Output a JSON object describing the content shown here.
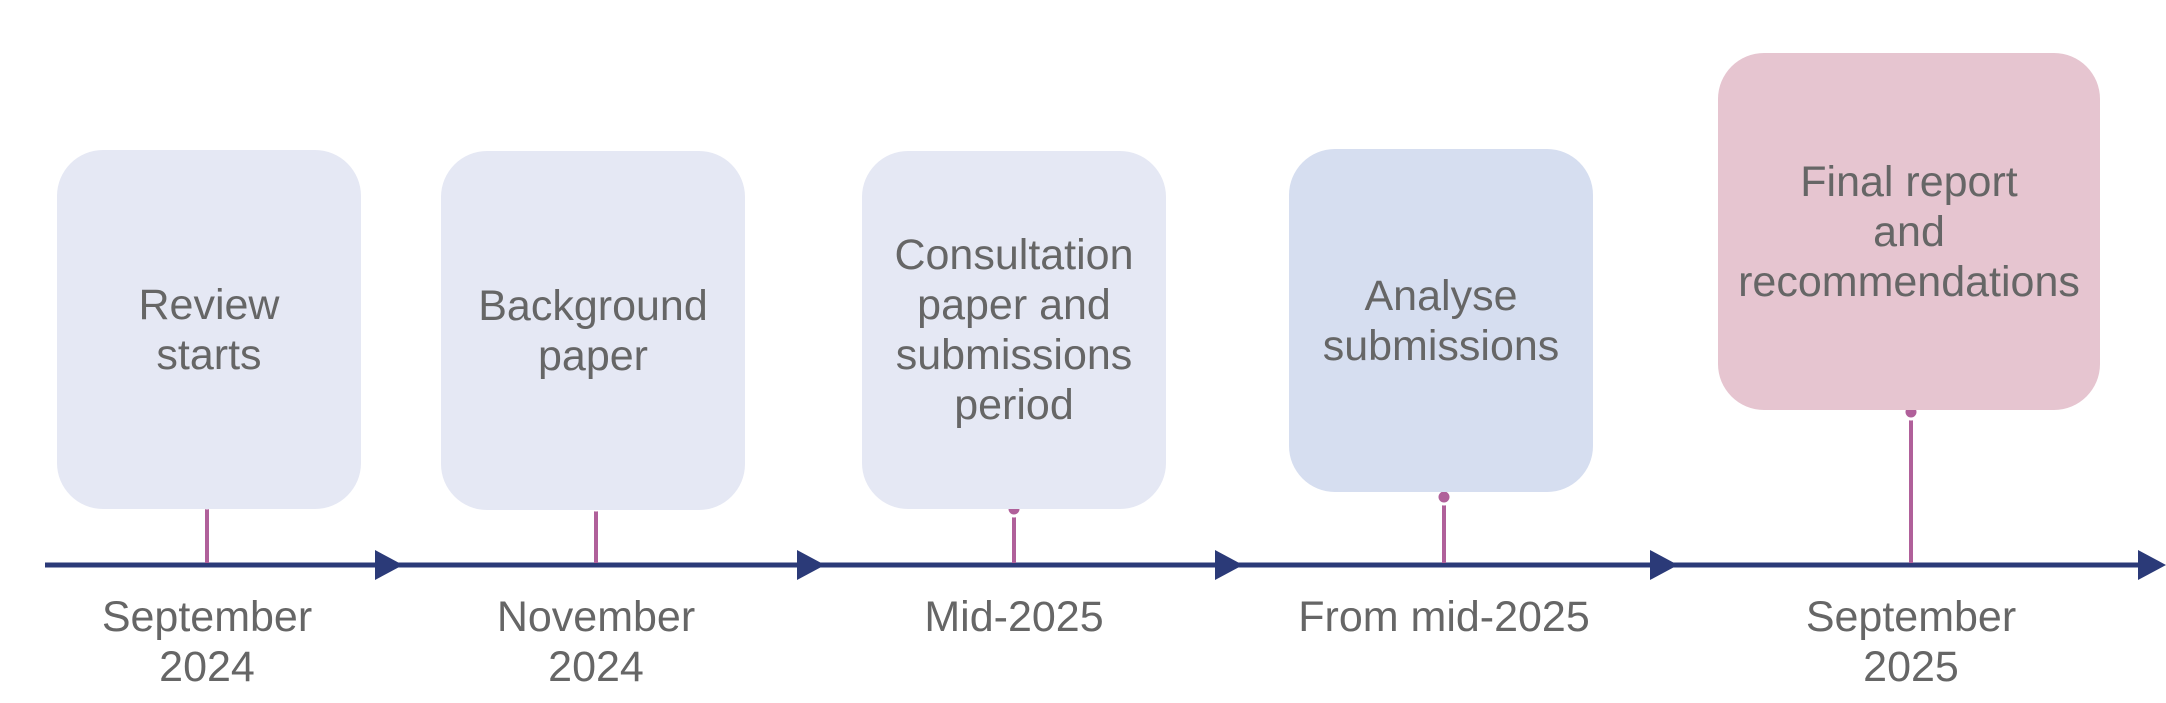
{
  "colors": {
    "timeline": "#2b3a78",
    "connector": "#b0609a",
    "text": "#666666",
    "box_light": "#e5e8f4",
    "box_blue": "#d6def0",
    "box_pink": "#e6c5d0"
  },
  "milestones": [
    {
      "label": "Review\nstarts",
      "date": "September\n2024"
    },
    {
      "label": "Background\npaper",
      "date": "November\n2024"
    },
    {
      "label": "Consultation\npaper and\nsubmissions\nperiod",
      "date": "Mid-2025"
    },
    {
      "label": "Analyse\nsubmissions",
      "date": "From mid-2025"
    },
    {
      "label": "Final report\nand\nrecommendations",
      "date": "September\n2025"
    }
  ]
}
